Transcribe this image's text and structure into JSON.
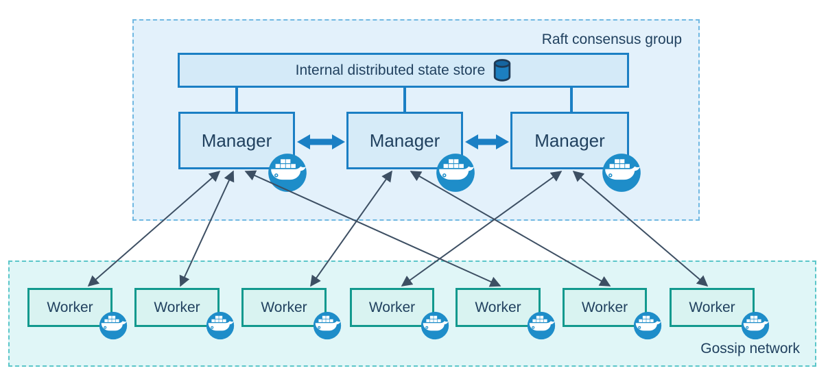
{
  "raft_group": {
    "label": "Raft consensus group",
    "state_store": {
      "label": "Internal distributed state store",
      "icon": "database-icon"
    },
    "managers": [
      {
        "id": "manager-1",
        "label": "Manager",
        "icon": "docker-icon"
      },
      {
        "id": "manager-2",
        "label": "Manager",
        "icon": "docker-icon"
      },
      {
        "id": "manager-3",
        "label": "Manager",
        "icon": "docker-icon"
      }
    ]
  },
  "gossip_network": {
    "label": "Gossip network",
    "workers": [
      {
        "id": "worker-1",
        "label": "Worker",
        "icon": "docker-icon"
      },
      {
        "id": "worker-2",
        "label": "Worker",
        "icon": "docker-icon"
      },
      {
        "id": "worker-3",
        "label": "Worker",
        "icon": "docker-icon"
      },
      {
        "id": "worker-4",
        "label": "Worker",
        "icon": "docker-icon"
      },
      {
        "id": "worker-5",
        "label": "Worker",
        "icon": "docker-icon"
      },
      {
        "id": "worker-6",
        "label": "Worker",
        "icon": "docker-icon"
      },
      {
        "id": "worker-7",
        "label": "Worker",
        "icon": "docker-icon"
      }
    ]
  },
  "connections": {
    "store_links": [
      "manager-1",
      "manager-2",
      "manager-3"
    ],
    "manager_peer_links": [
      {
        "from": "manager-1",
        "to": "manager-2",
        "style": "thick-blue-double-arrow"
      },
      {
        "from": "manager-2",
        "to": "manager-3",
        "style": "thick-blue-double-arrow"
      }
    ],
    "manager_worker_links": [
      {
        "from": "manager-1",
        "to": "worker-1",
        "style": "thin-dark-double-arrow"
      },
      {
        "from": "manager-1",
        "to": "worker-2",
        "style": "thin-dark-double-arrow"
      },
      {
        "from": "manager-1",
        "to": "worker-5",
        "style": "thin-dark-double-arrow"
      },
      {
        "from": "manager-2",
        "to": "worker-3",
        "style": "thin-dark-double-arrow"
      },
      {
        "from": "manager-2",
        "to": "worker-6",
        "style": "thin-dark-double-arrow"
      },
      {
        "from": "manager-3",
        "to": "worker-4",
        "style": "thin-dark-double-arrow"
      },
      {
        "from": "manager-3",
        "to": "worker-7",
        "style": "thin-dark-double-arrow"
      }
    ]
  },
  "colors": {
    "manager_fill": "#d6ebf8",
    "manager_border": "#1b7fc4",
    "worker_fill": "#d9f3f1",
    "worker_border": "#12998e",
    "raft_group_fill": "#e3f1fb",
    "raft_group_border": "#70b8e2",
    "gossip_fill": "#e0f6f7",
    "gossip_border": "#5bc6c9",
    "docker_blue": "#1e8dc9",
    "link_arrow": "#3d4f63",
    "text": "#21415f"
  }
}
